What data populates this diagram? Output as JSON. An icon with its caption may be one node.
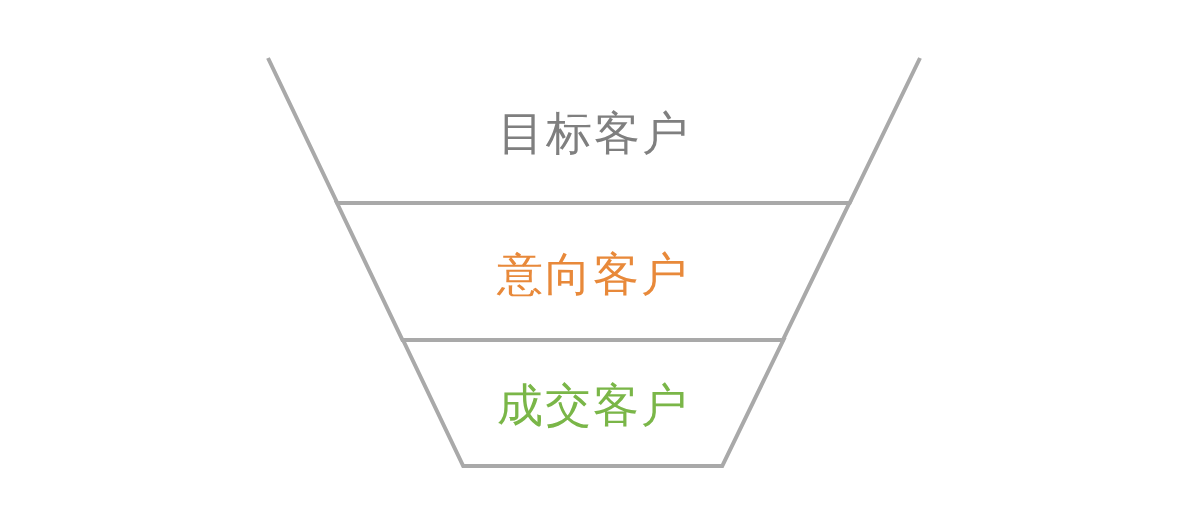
{
  "diagram": {
    "nodes": [
      {
        "text": [
          "目标客户"
        ]
      },
      {
        "text": [
          "意向客户"
        ]
      },
      {
        "text": [
          "成交客户"
        ]
      }
    ]
  }
}
